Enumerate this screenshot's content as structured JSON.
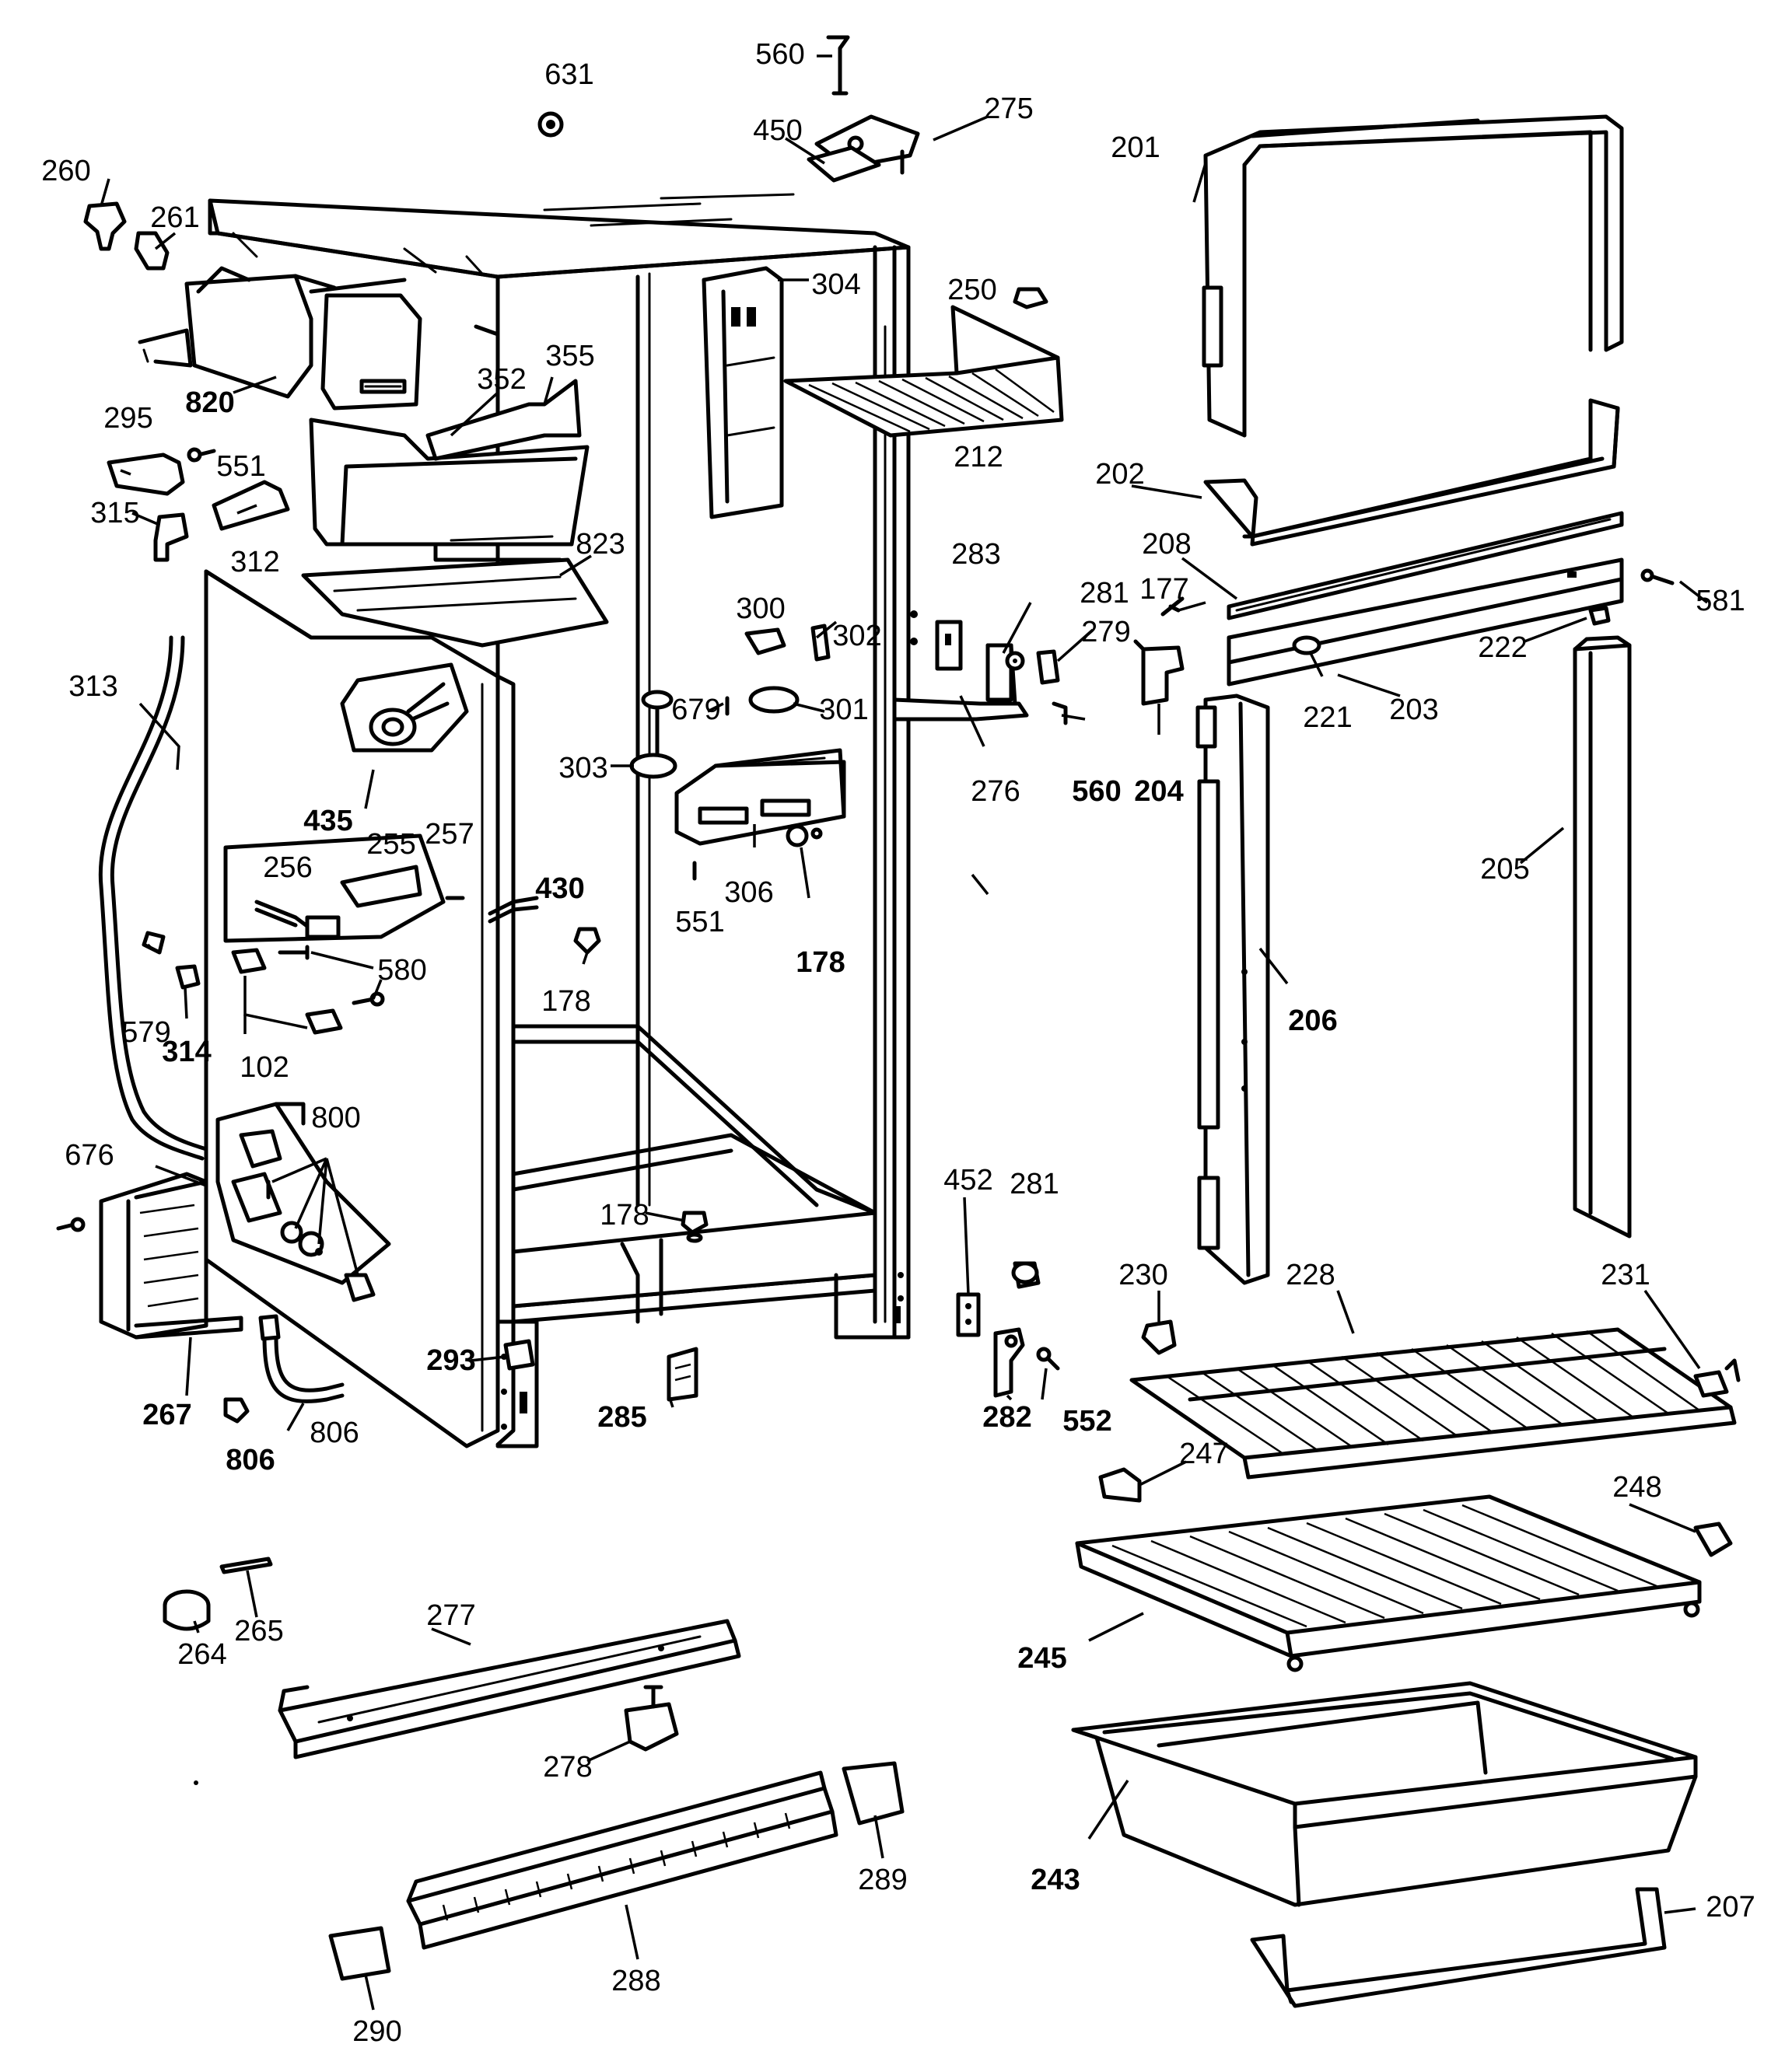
{
  "labels": [
    {
      "id": "631",
      "text": "631"
    },
    {
      "id": "560a",
      "text": "560"
    },
    {
      "id": "450",
      "text": "450"
    },
    {
      "id": "275",
      "text": "275"
    },
    {
      "id": "201",
      "text": "201"
    },
    {
      "id": "260",
      "text": "260"
    },
    {
      "id": "261",
      "text": "261"
    },
    {
      "id": "304",
      "text": "304"
    },
    {
      "id": "250",
      "text": "250"
    },
    {
      "id": "355",
      "text": "355"
    },
    {
      "id": "352",
      "text": "352"
    },
    {
      "id": "820",
      "text": "820"
    },
    {
      "id": "212",
      "text": "212"
    },
    {
      "id": "295",
      "text": "295"
    },
    {
      "id": "551a",
      "text": "551"
    },
    {
      "id": "202",
      "text": "202"
    },
    {
      "id": "315",
      "text": "315"
    },
    {
      "id": "312",
      "text": "312"
    },
    {
      "id": "823",
      "text": "823"
    },
    {
      "id": "208",
      "text": "208"
    },
    {
      "id": "283",
      "text": "283"
    },
    {
      "id": "281a",
      "text": "281"
    },
    {
      "id": "177",
      "text": "177"
    },
    {
      "id": "581",
      "text": "581"
    },
    {
      "id": "300",
      "text": "300"
    },
    {
      "id": "302",
      "text": "302"
    },
    {
      "id": "279",
      "text": "279"
    },
    {
      "id": "222",
      "text": "222"
    },
    {
      "id": "313",
      "text": "313"
    },
    {
      "id": "679",
      "text": "679"
    },
    {
      "id": "301",
      "text": "301"
    },
    {
      "id": "221",
      "text": "221"
    },
    {
      "id": "203",
      "text": "203"
    },
    {
      "id": "303",
      "text": "303"
    },
    {
      "id": "276",
      "text": "276"
    },
    {
      "id": "560b",
      "text": "560"
    },
    {
      "id": "204",
      "text": "204"
    },
    {
      "id": "435",
      "text": "435"
    },
    {
      "id": "255",
      "text": "255"
    },
    {
      "id": "257",
      "text": "257"
    },
    {
      "id": "205",
      "text": "205"
    },
    {
      "id": "256",
      "text": "256"
    },
    {
      "id": "430",
      "text": "430"
    },
    {
      "id": "551b",
      "text": "551"
    },
    {
      "id": "306",
      "text": "306"
    },
    {
      "id": "178a",
      "text": "178"
    },
    {
      "id": "579",
      "text": "579"
    },
    {
      "id": "580",
      "text": "580"
    },
    {
      "id": "178b",
      "text": "178"
    },
    {
      "id": "206",
      "text": "206"
    },
    {
      "id": "314",
      "text": "314"
    },
    {
      "id": "102",
      "text": "102"
    },
    {
      "id": "800",
      "text": "800"
    },
    {
      "id": "676",
      "text": "676"
    },
    {
      "id": "452",
      "text": "452"
    },
    {
      "id": "281b",
      "text": "281"
    },
    {
      "id": "178c",
      "text": "178"
    },
    {
      "id": "230",
      "text": "230"
    },
    {
      "id": "228",
      "text": "228"
    },
    {
      "id": "231",
      "text": "231"
    },
    {
      "id": "293",
      "text": "293"
    },
    {
      "id": "267",
      "text": "267"
    },
    {
      "id": "285",
      "text": "285"
    },
    {
      "id": "282",
      "text": "282"
    },
    {
      "id": "552",
      "text": "552"
    },
    {
      "id": "806a",
      "text": "806"
    },
    {
      "id": "806b",
      "text": "806"
    },
    {
      "id": "247",
      "text": "247"
    },
    {
      "id": "248",
      "text": "248"
    },
    {
      "id": "265",
      "text": "265"
    },
    {
      "id": "277",
      "text": "277"
    },
    {
      "id": "264",
      "text": "264"
    },
    {
      "id": "245",
      "text": "245"
    },
    {
      "id": "278",
      "text": "278"
    },
    {
      "id": "289",
      "text": "289"
    },
    {
      "id": "243",
      "text": "243"
    },
    {
      "id": "207",
      "text": "207"
    },
    {
      "id": "288",
      "text": "288"
    },
    {
      "id": "290",
      "text": "290"
    }
  ]
}
